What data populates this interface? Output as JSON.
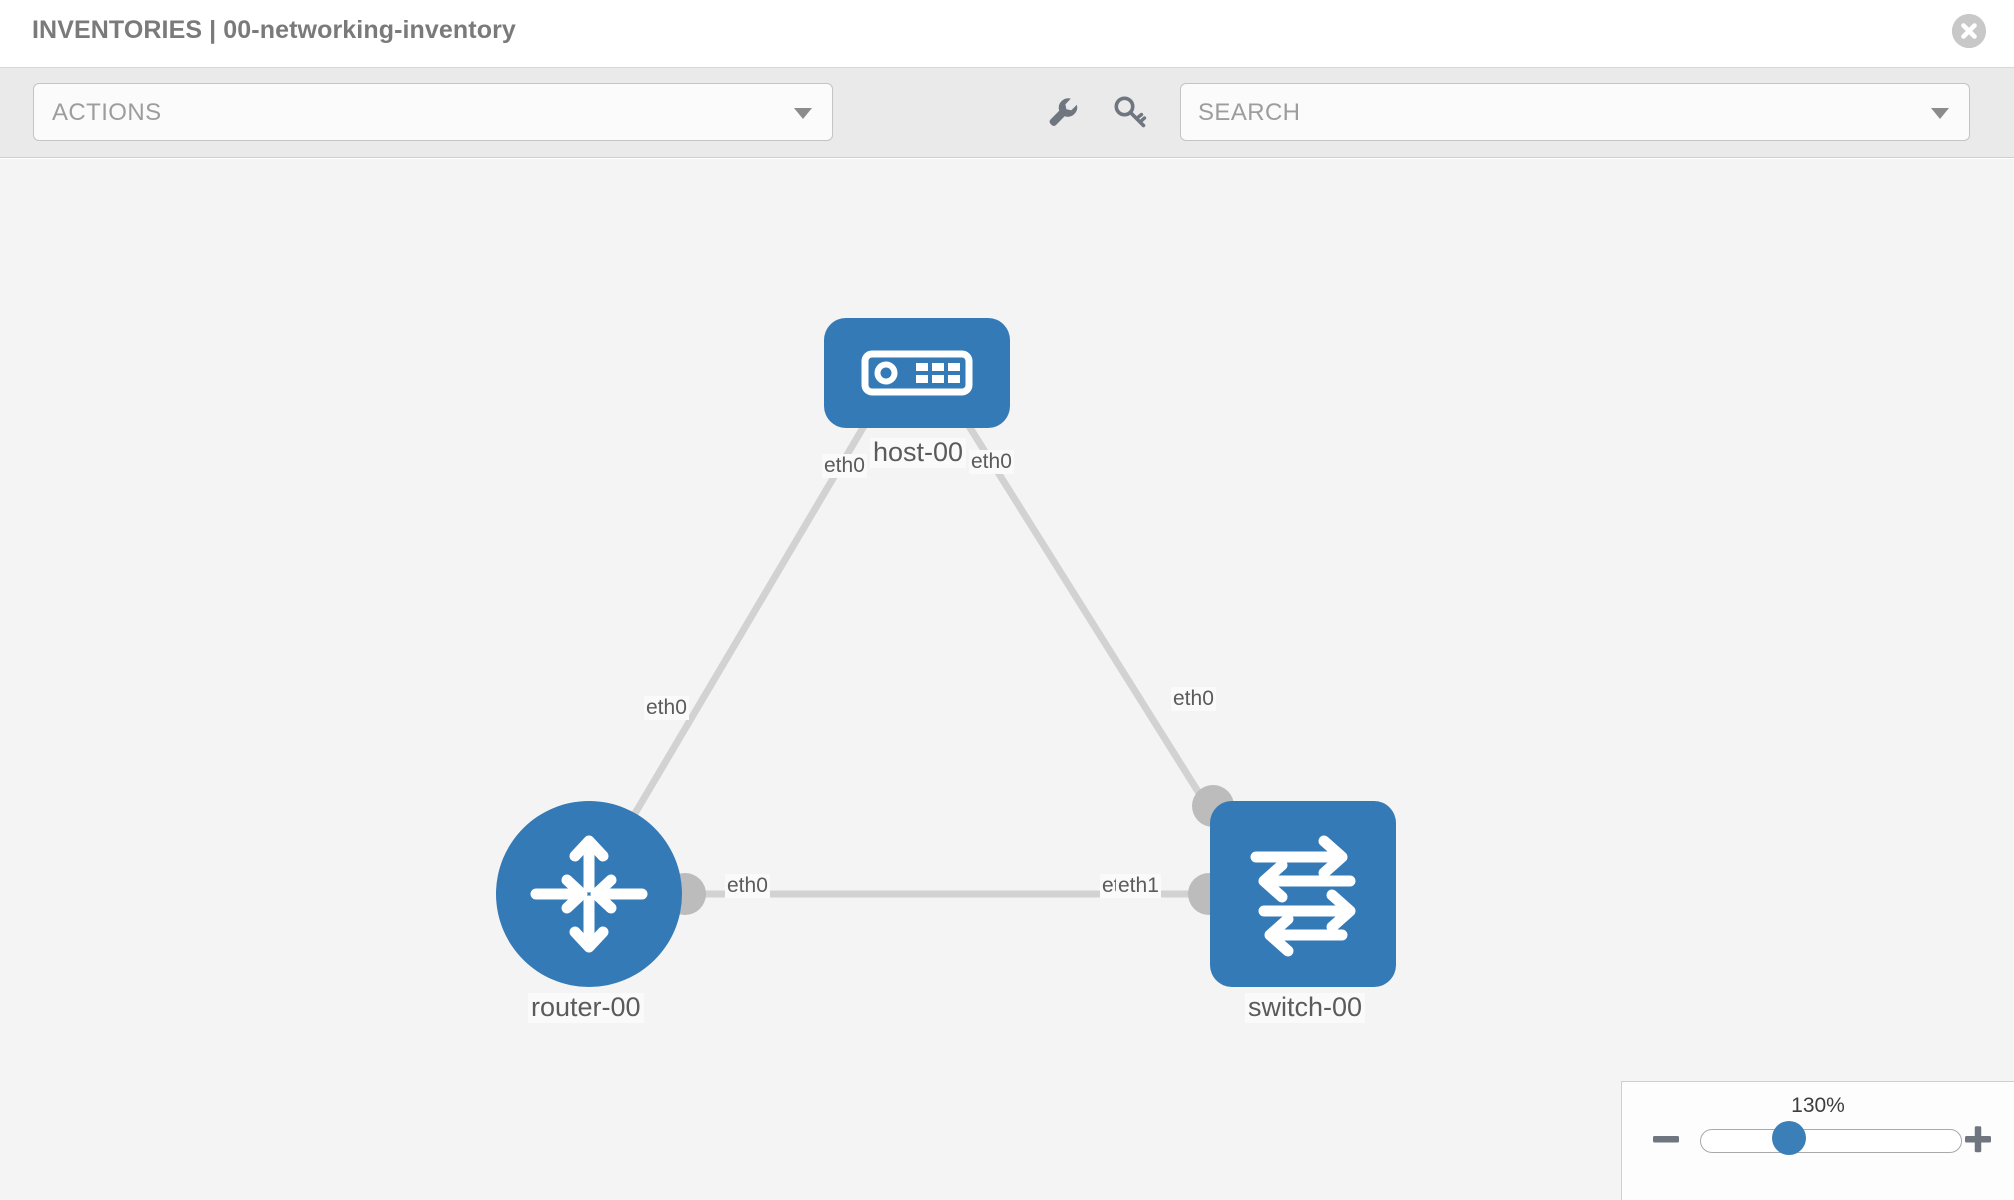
{
  "header": {
    "title": "INVENTORIES | 00-networking-inventory",
    "close_icon": "close-circle-icon"
  },
  "toolbar": {
    "actions_label": "ACTIONS",
    "actions_caret_icon": "chevron-down-icon",
    "wrench_icon": "wrench-icon",
    "key_icon": "key-icon",
    "search_placeholder": "SEARCH",
    "search_value": "",
    "search_caret_icon": "chevron-down-icon"
  },
  "topology": {
    "nodes": [
      {
        "id": "host-00",
        "label": "host-00",
        "icon": "server-icon",
        "shape": "rounded-rect",
        "color": "#337ab7"
      },
      {
        "id": "router-00",
        "label": "router-00",
        "icon": "router-arrows-icon",
        "shape": "circle",
        "color": "#337ab7"
      },
      {
        "id": "switch-00",
        "label": "switch-00",
        "icon": "switch-arrows-icon",
        "shape": "rounded-square",
        "color": "#337ab7"
      }
    ],
    "edges": [
      {
        "from": "host-00",
        "to": "router-00",
        "from_label": "eth0",
        "to_label": "eth0"
      },
      {
        "from": "host-00",
        "to": "switch-00",
        "from_label": "eth0",
        "to_label": "eth0"
      },
      {
        "from": "router-00",
        "to": "switch-00",
        "from_label": "eth0",
        "to_label": "eth1"
      }
    ],
    "edge_labels": {
      "host_left": "eth0",
      "host_right": "eth0",
      "router_up": "eth0",
      "switch_up": "eth0",
      "router_right": "eth0",
      "switch_left_overlap": "eth",
      "switch_left": "eth1"
    },
    "link_color": "#d2d2d2",
    "connector_color": "#bcbcbc"
  },
  "zoom_control": {
    "value_label": "130%",
    "minus_icon": "minus-icon",
    "plus_icon": "plus-icon",
    "slider_name": "zoom-slider"
  }
}
